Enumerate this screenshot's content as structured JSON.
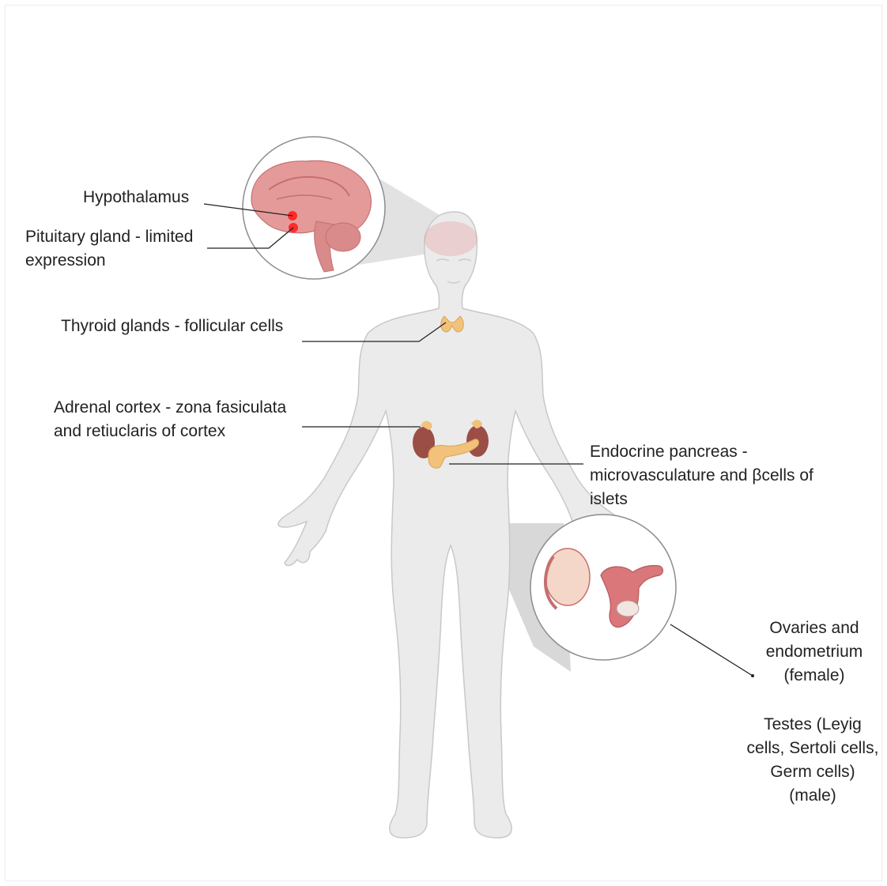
{
  "labels": {
    "hypothalamus": "Hypothalamus",
    "pituitary": [
      "Pituitary gland - limited",
      "expression"
    ],
    "thyroid": "Thyroid glands - follicular cells",
    "adrenal": [
      "Adrenal cortex - zona fasiculata",
      "and retiuclaris of cortex"
    ],
    "pancreas": [
      "Endocrine pancreas -",
      "microvasculature and βcells of",
      "islets"
    ],
    "ovaries": [
      "Ovaries and",
      "endometrium",
      "(female)"
    ],
    "testes": [
      "Testes (Leyig",
      "cells, Sertoli cells,",
      "Germ cells)",
      "(male)"
    ]
  },
  "colors": {
    "body": "#ebebeb",
    "body_outline": "#c8c8c8",
    "brain": "#e59a9a",
    "brain_dark": "#c66f6f",
    "hotspot": "#ff2a2a",
    "gland": "#f2c27a",
    "kidney": "#9b4e45",
    "uterus": "#d9777a",
    "leader_line": "#222222"
  }
}
